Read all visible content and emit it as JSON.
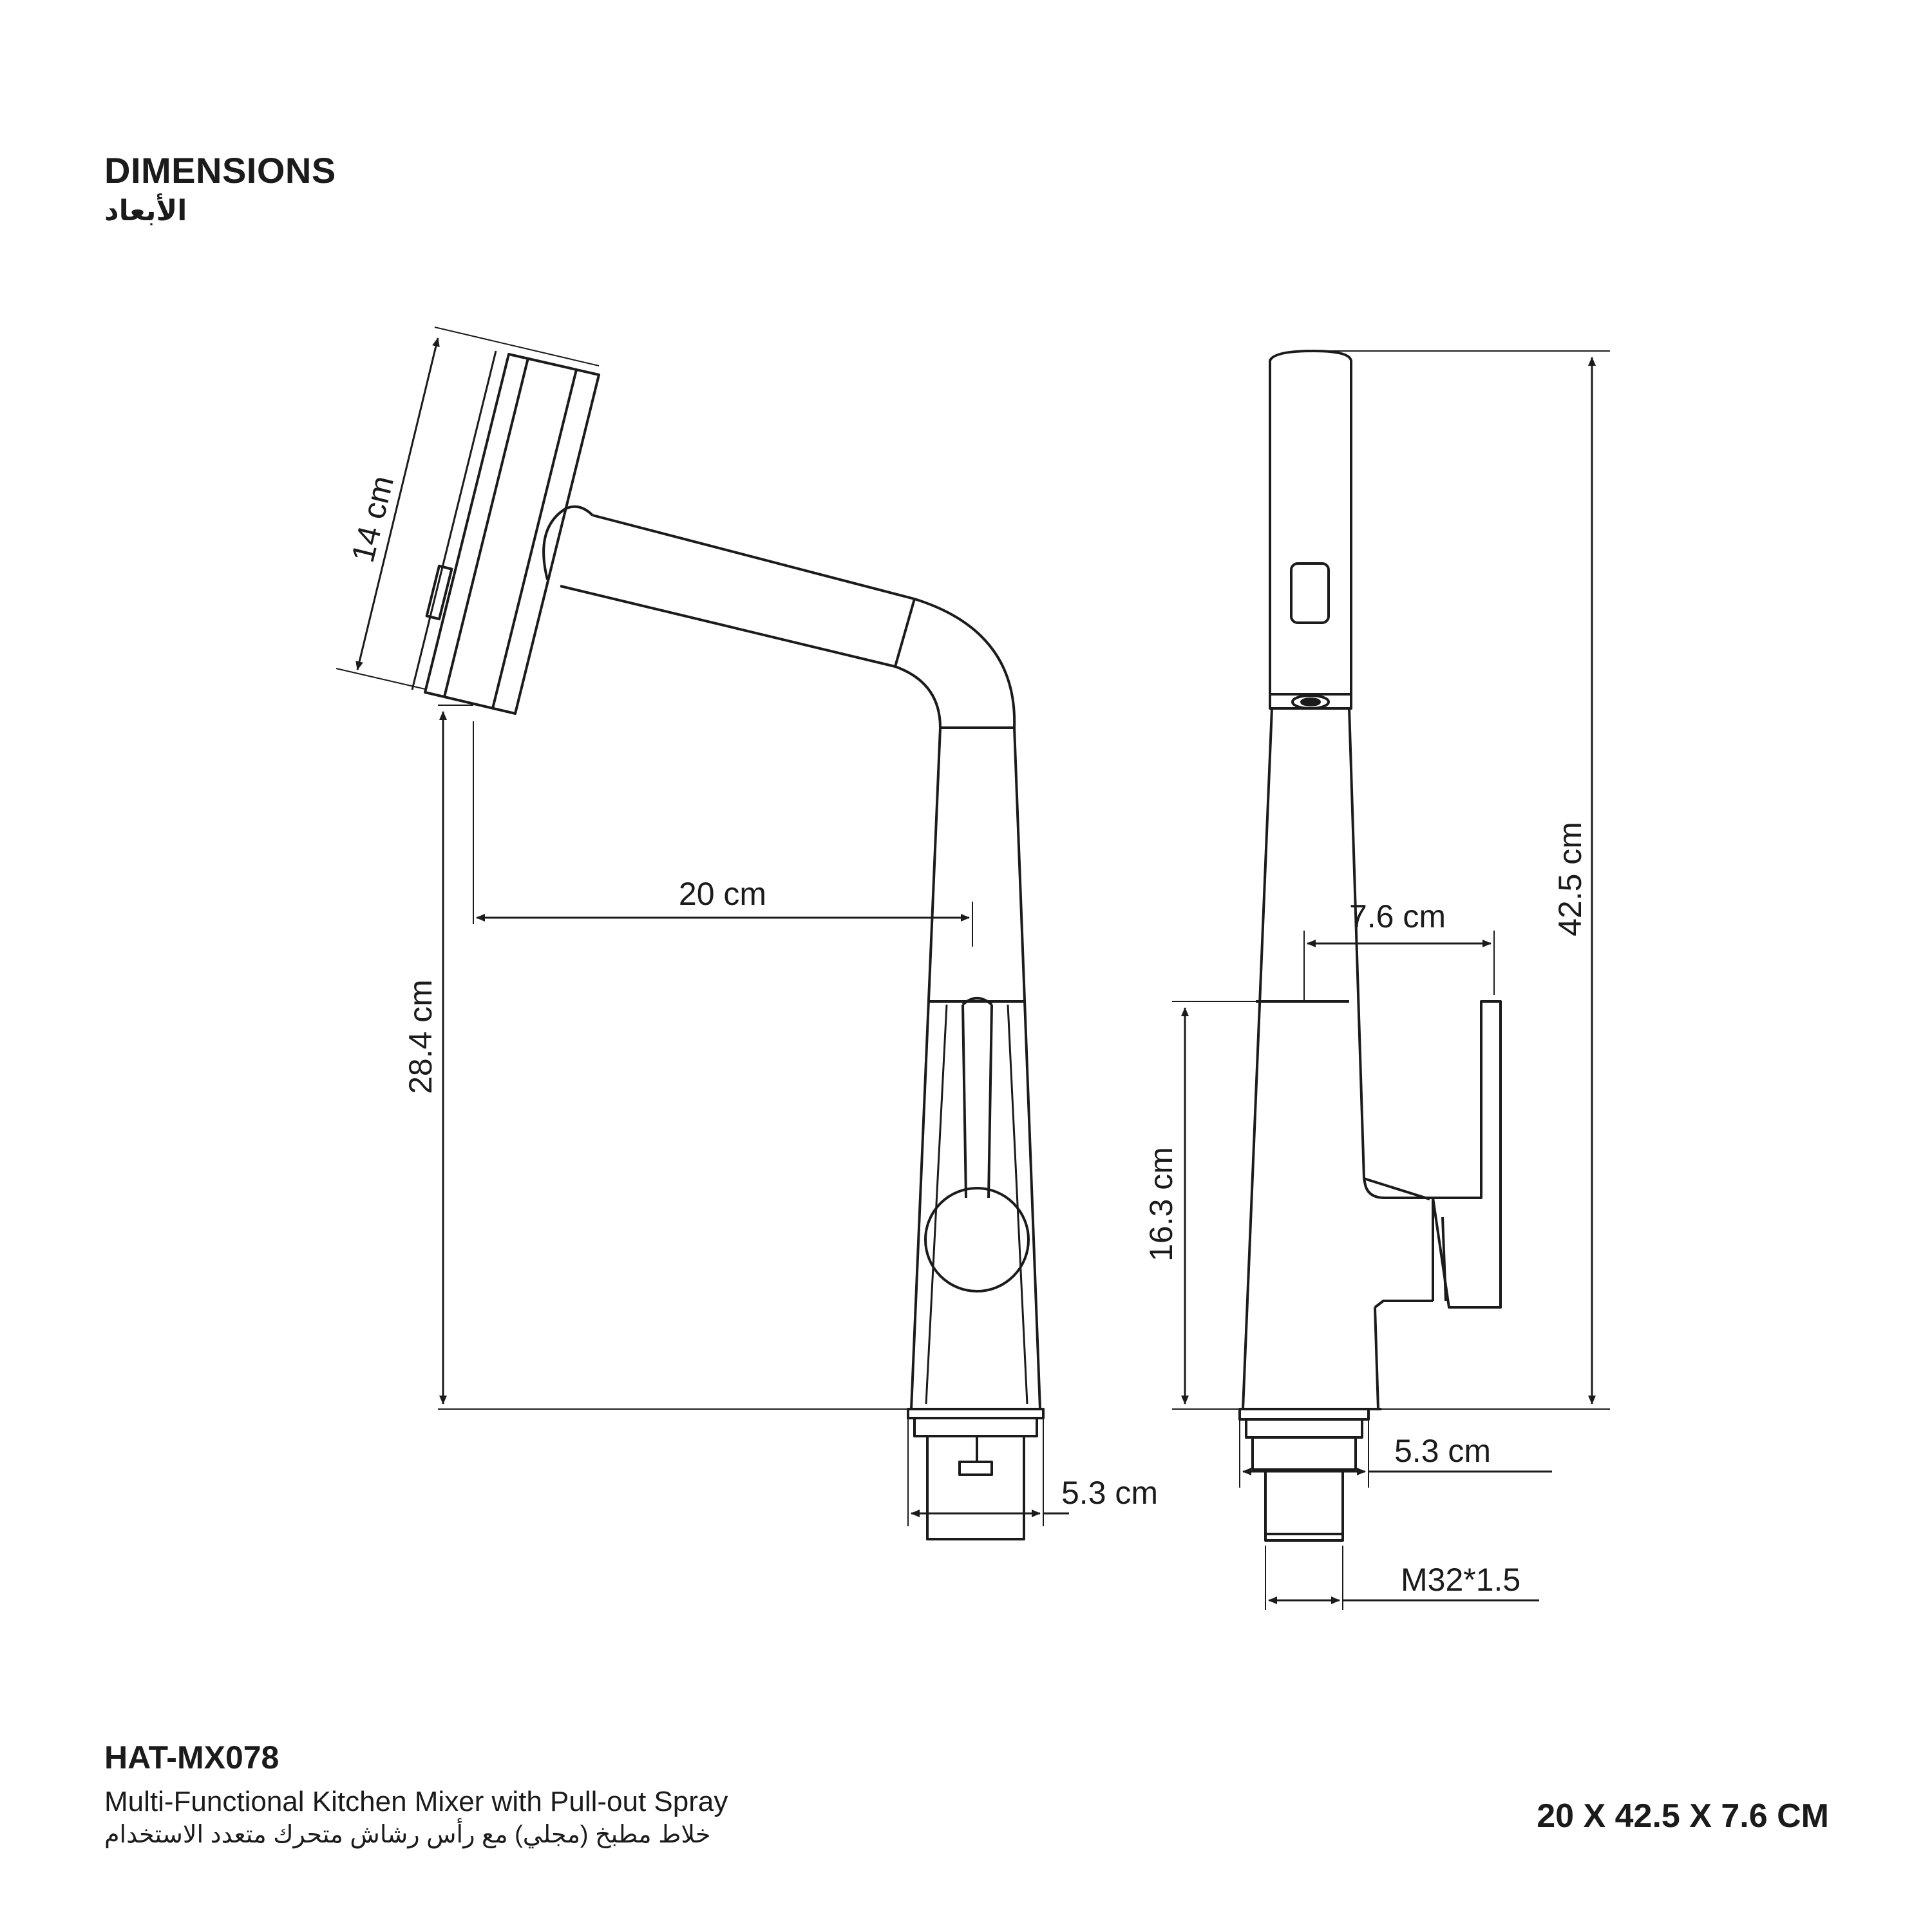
{
  "header": {
    "title": "DIMENSIONS",
    "title_ar": "الأبعاد"
  },
  "dimensions": {
    "spray_head": "14 cm",
    "spout_reach": "20 cm",
    "spout_height": "28.4 cm",
    "base_front": "5.3 cm",
    "total_height": "42.5 cm",
    "body_depth": "7.6 cm",
    "handle_height": "16.3 cm",
    "base_side": "5.3 cm",
    "thread": "M32*1.5"
  },
  "footer": {
    "model": "HAT-MX078",
    "description": "Multi-Functional Kitchen Mixer with Pull-out Spray",
    "description_ar": "خلاط مطبخ  (مجلي) مع رأس رشاش متحرك متعدد الاستخدام",
    "overall_size": "20 X 42.5 X 7.6 CM"
  },
  "colors": {
    "line": "#1b1b1b",
    "background": "#ffffff"
  }
}
